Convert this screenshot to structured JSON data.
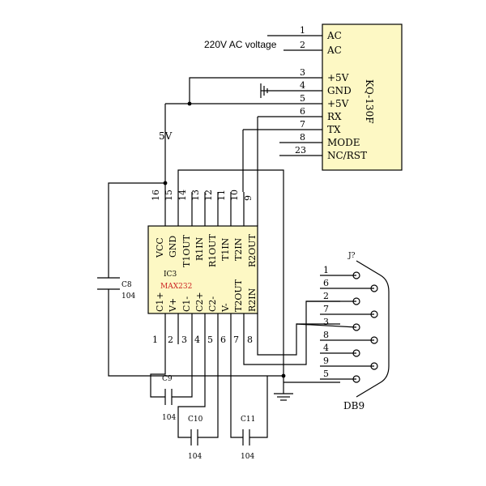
{
  "ac_voltage_label": "220V AC voltage",
  "five_volt_label": "5V",
  "module": {
    "name": "KQ-130F",
    "fill": "#fdf8c4",
    "pins": [
      {
        "num": "1",
        "label": "AC"
      },
      {
        "num": "2",
        "label": "AC"
      },
      {
        "num": "3",
        "label": "+5V"
      },
      {
        "num": "4",
        "label": "GND"
      },
      {
        "num": "5",
        "label": "+5V"
      },
      {
        "num": "6",
        "label": "RX"
      },
      {
        "num": "7",
        "label": "TX"
      },
      {
        "num": "8",
        "label": "MODE"
      },
      {
        "num": "23",
        "label": "NC/RST"
      }
    ]
  },
  "ic": {
    "designator": "IC3",
    "part": "MAX232",
    "fill": "#fdf8c4",
    "top_pin_numbers": [
      "16",
      "15",
      "14",
      "13",
      "12",
      "11",
      "10",
      "9"
    ],
    "top_pin_labels": [
      "VCC",
      "GND",
      "T1OUT",
      "R1IN",
      "R1OUT",
      "T1IN",
      "T2IN",
      "R2OUT"
    ],
    "bottom_pin_numbers": [
      "1",
      "2",
      "3",
      "4",
      "5",
      "6",
      "7",
      "8"
    ],
    "bottom_pin_labels": [
      "C1+",
      "V+",
      "C1-",
      "C2+",
      "C2-",
      "V-",
      "T2OUT",
      "R2IN"
    ]
  },
  "connector": {
    "ref": "J?",
    "name": "DB9",
    "pin_numbers": [
      "1",
      "6",
      "2",
      "7",
      "3",
      "8",
      "4",
      "9",
      "5"
    ]
  },
  "capacitors": [
    {
      "name": "C8",
      "value": "104"
    },
    {
      "name": "C9",
      "value": "104"
    },
    {
      "name": "C10",
      "value": "104"
    },
    {
      "name": "C11",
      "value": "104"
    }
  ]
}
